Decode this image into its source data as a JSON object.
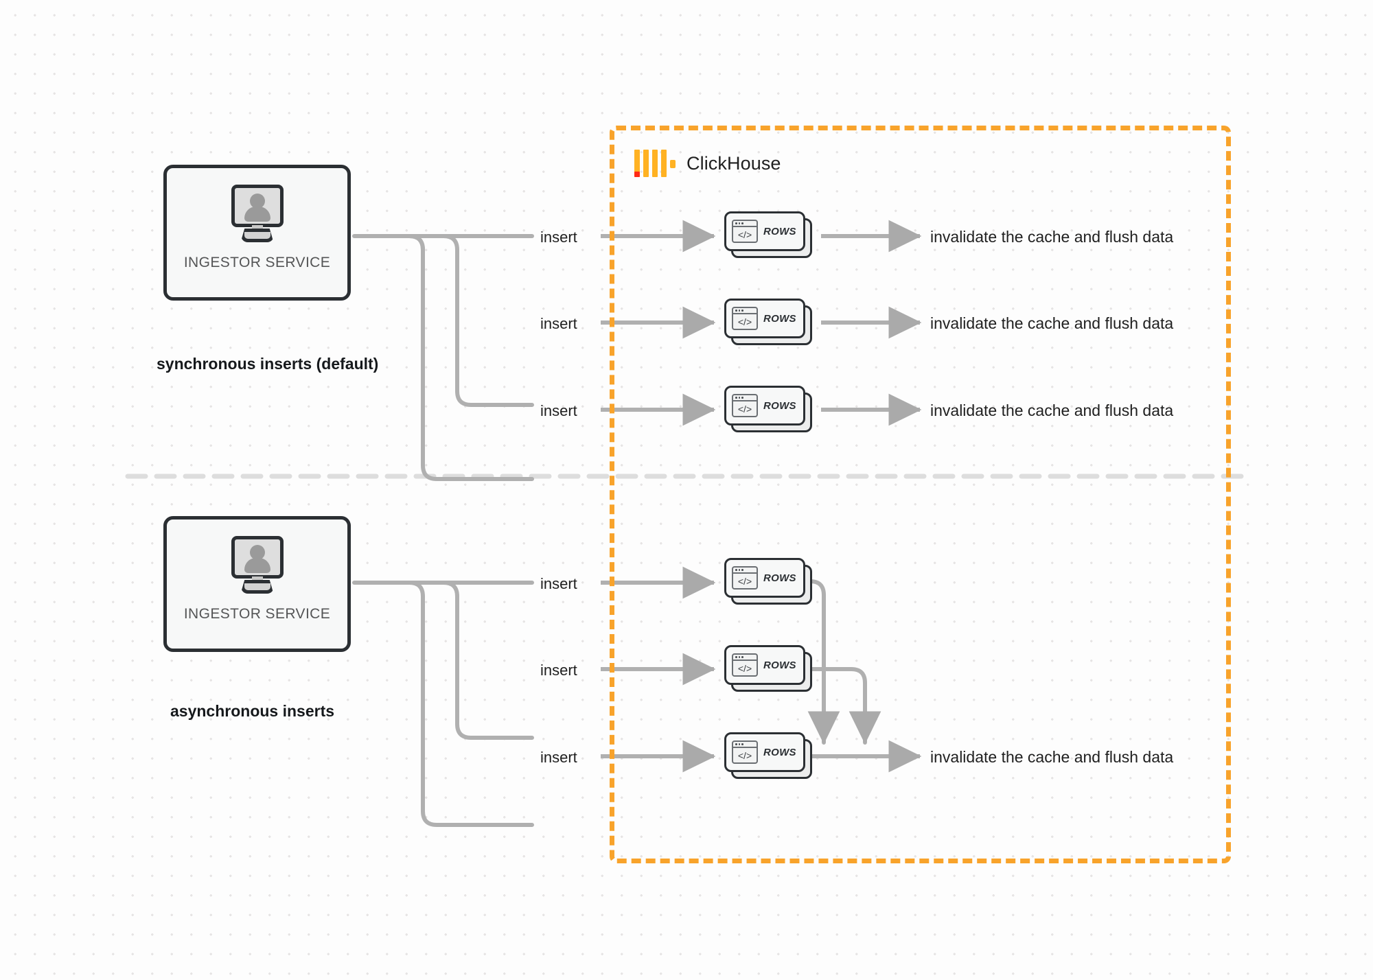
{
  "diagram": {
    "title": "ClickHouse synchronous vs asynchronous inserts",
    "background": "#fdfdfd",
    "accent_orange": "#f8a32b",
    "wire_gray": "#b0b0b0",
    "node_border": "#2b2f33"
  },
  "clickhouse": {
    "brand_label": "ClickHouse",
    "logo_name": "clickhouse-logo",
    "bar_color": "#ffb223",
    "accent_color": "#ff2b16"
  },
  "sections": [
    {
      "id": "synchronous",
      "caption": "synchronous inserts (default)",
      "ingestor_label": "INGESTOR SERVICE",
      "edges": [
        "insert",
        "insert",
        "insert"
      ],
      "rows_label": "ROWS",
      "outputs": [
        "invalidate the cache and flush data",
        "invalidate the cache and flush data",
        "invalidate the cache and flush data"
      ]
    },
    {
      "id": "asynchronous",
      "caption": "asynchronous inserts",
      "ingestor_label": "INGESTOR SERVICE",
      "edges": [
        "insert",
        "insert",
        "insert"
      ],
      "rows_label": "ROWS",
      "outputs": [
        "invalidate the cache and flush data"
      ]
    }
  ],
  "icons": {
    "rows_card": "code-window-icon",
    "ingestor": "desktop-user-icon"
  }
}
